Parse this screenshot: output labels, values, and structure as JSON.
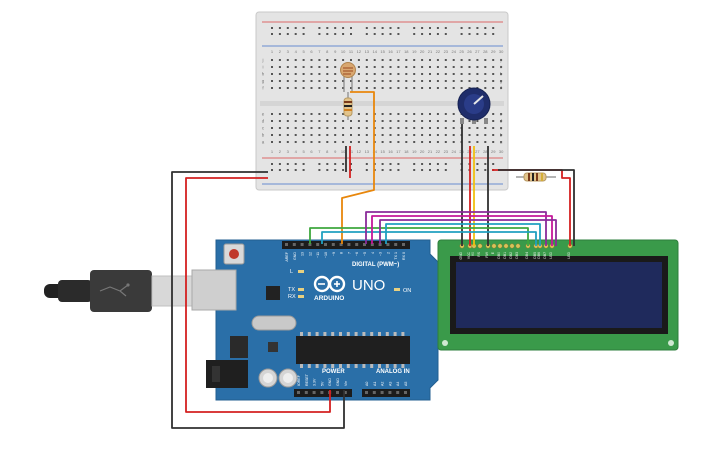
{
  "arduino": {
    "brand": "ARDUINO",
    "model": "UNO",
    "digital_label": "DIGITAL (PWM~)",
    "power_label": "POWER",
    "analog_label": "ANALOG IN",
    "on_label": "ON",
    "l_label": "L",
    "tx_label": "TX",
    "rx_label": "RX",
    "top_header_labels": [
      "AREF",
      "GND",
      "13",
      "12",
      "~11",
      "~10",
      "~9",
      "8",
      "7",
      "~6",
      "~5",
      "4",
      "~3",
      "2",
      "TX 1",
      "RX 0"
    ],
    "power_header_labels": [
      "IOREF",
      "RESET",
      "3.3V",
      "5V",
      "GND",
      "GND",
      "Vin"
    ],
    "analog_header_labels": [
      "A0",
      "A1",
      "A2",
      "A3",
      "A4",
      "A5"
    ]
  },
  "lcd": {
    "pin_labels": [
      "GND",
      "VCC",
      "V0",
      "RS",
      "RW",
      "E",
      "DB0",
      "DB1",
      "DB2",
      "DB3",
      "DB4",
      "DB5",
      "DB6",
      "DB7",
      "LED",
      "LED"
    ]
  },
  "breadboard": {
    "column_numbers": [
      "1",
      "2",
      "3",
      "4",
      "5",
      "6",
      "7",
      "8",
      "9",
      "10",
      "11",
      "12",
      "13",
      "14",
      "15",
      "16",
      "17",
      "18",
      "19",
      "20",
      "21",
      "22",
      "23",
      "24",
      "25",
      "26",
      "27",
      "28",
      "29",
      "30"
    ],
    "row_letters_top": [
      "j",
      "i",
      "h",
      "g",
      "f"
    ],
    "row_letters_bottom": [
      "e",
      "d",
      "c",
      "b",
      "a"
    ]
  },
  "colors": {
    "board": "#2a6fa8",
    "lcd_pcb": "#3a9a4a",
    "lcd_screen": "#1f2a5c",
    "wire_red": "#d42020",
    "wire_black": "#303030",
    "wire_orange": "#e8870c",
    "wire_green": "#3ea83e",
    "wire_purple": "#8a2b9a",
    "wire_magenta": "#c4189a",
    "wire_teal": "#20a0c0",
    "wire_yellow": "#f0c010"
  }
}
